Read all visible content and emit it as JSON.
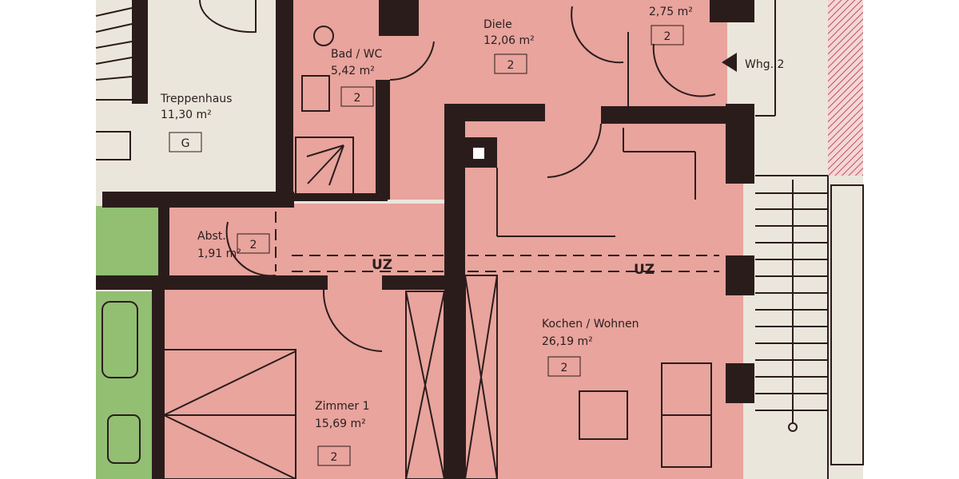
{
  "colors": {
    "apartment": "#e8a49d",
    "common": "#ebe6dc",
    "neighbor": "#92bf72",
    "wall": "#2b1c1c",
    "hatch": "#c0505a"
  },
  "rooms": [
    {
      "name": "Treppenhaus",
      "area": "11,30 m²",
      "tag": "G"
    },
    {
      "name": "Bad / WC",
      "area": "5,42 m²",
      "tag": "2"
    },
    {
      "name": "Diele",
      "area": "12,06 m²",
      "tag": "2"
    },
    {
      "name": "",
      "area": "2,75 m²",
      "tag": "2"
    },
    {
      "name": "Abst.",
      "area": "1,91 m²",
      "tag": "2"
    },
    {
      "name": "Kochen / Wohnen",
      "area": "26,19 m²",
      "tag": "2"
    },
    {
      "name": "Zimmer 1",
      "area": "15,69 m²",
      "tag": "2"
    }
  ],
  "entrance_label": "Whg. 2",
  "uz_labels": [
    "UZ",
    "UZ"
  ]
}
